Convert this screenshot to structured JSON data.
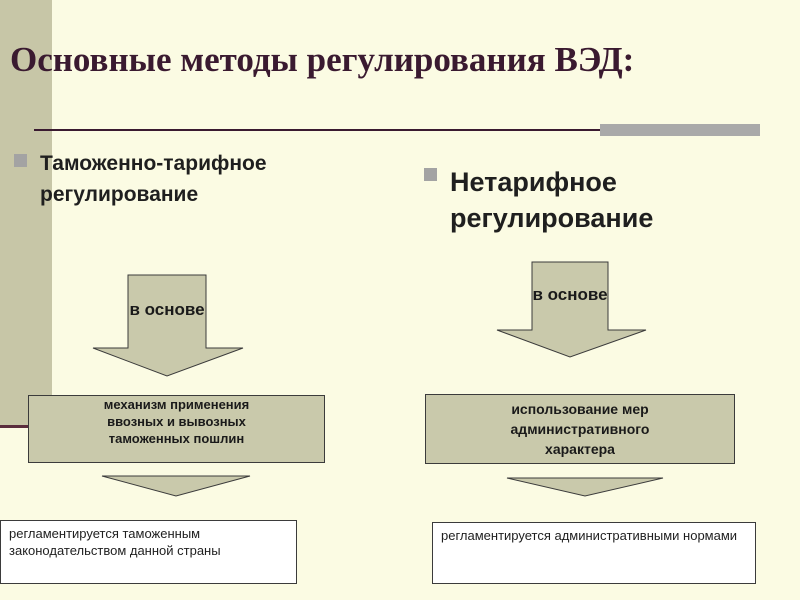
{
  "title": "Основные методы регулирования ВЭД:",
  "colors": {
    "background": "#fbfbe3",
    "strip": "#c7c6a7",
    "accent": "#3a1a30",
    "box_fill": "#c9c9ab"
  },
  "left": {
    "heading": "Таможенно-тарифное регулирование",
    "arrow_label": "в основе",
    "box": "механизм применения ввозных и вывозных таможенных пошлин",
    "note": "регламентируется таможенным законодательством данной страны"
  },
  "right": {
    "heading": "Нетарифное регулирование",
    "arrow_label": "в основе",
    "box": "использование мер административного характера",
    "note": "регламентируется административными нормами"
  }
}
